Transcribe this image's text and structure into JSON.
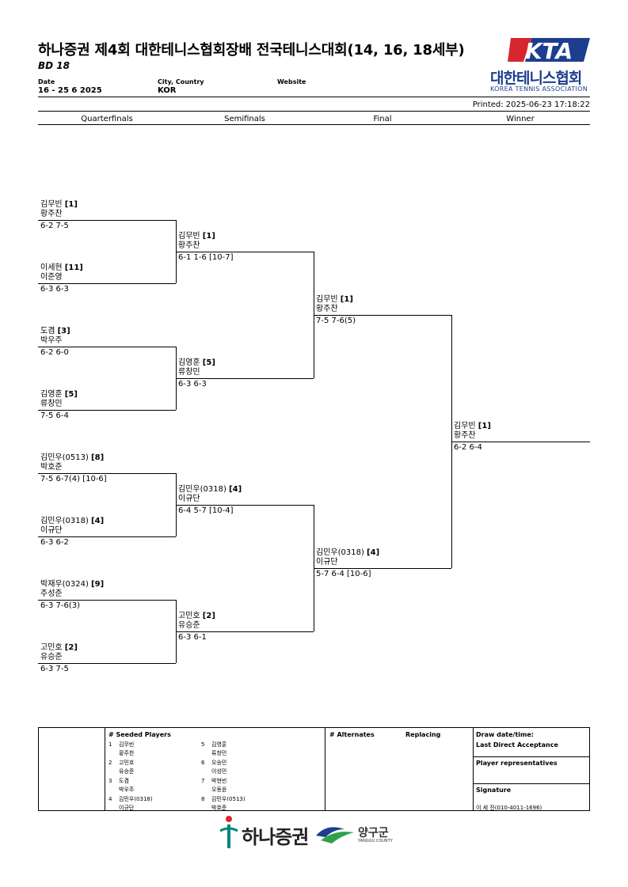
{
  "header": {
    "title": "하나증권 제4회 대한테니스협회장배 전국테니스대회(14, 16, 18세부)",
    "subtitle": "BD 18",
    "date_label": "Date",
    "date_value": "16 - 25 6 2025",
    "city_label": "City, Country",
    "city_value": "KOR",
    "website_label": "Website",
    "printed": "Printed: 2025-06-23 17:18:22",
    "logo_letters": "KTA",
    "logo_text": "대한테니스협회",
    "logo_subtext": "KOREA TENNIS ASSOCIATION",
    "logo_color": "#1d3e8f",
    "logo_accent": "#d8262e"
  },
  "rounds": [
    "Quarterfinals",
    "Semifinals",
    "Final",
    "Winner"
  ],
  "quarterfinals": [
    {
      "p1": "김무빈",
      "seed": "[1]",
      "p2": "황주찬",
      "score": "6-2 7-5"
    },
    {
      "p1": "이세현",
      "seed": "[11]",
      "p2": "이준영",
      "score": "6-3 6-3"
    },
    {
      "p1": "도겸",
      "seed": "[3]",
      "p2": "박우주",
      "score": "6-2 6-0"
    },
    {
      "p1": "김영훈",
      "seed": "[5]",
      "p2": "류창민",
      "score": "7-5 6-4"
    },
    {
      "p1": "김민우(0513)",
      "seed": "[8]",
      "p2": "박호준",
      "score": "7-5 6-7(4) [10-6]"
    },
    {
      "p1": "김민우(0318)",
      "seed": "[4]",
      "p2": "이규단",
      "score": "6-3 6-2"
    },
    {
      "p1": "박재우(0324)",
      "seed": "[9]",
      "p2": "주성준",
      "score": "6-3 7-6(3)"
    },
    {
      "p1": "고민호",
      "seed": "[2]",
      "p2": "유승준",
      "score": "6-3 7-5"
    }
  ],
  "semifinals": [
    {
      "p1": "김무빈",
      "seed": "[1]",
      "p2": "황주찬",
      "score": "6-1 1-6 [10-7]"
    },
    {
      "p1": "김영훈",
      "seed": "[5]",
      "p2": "류창민",
      "score": "6-3 6-3"
    },
    {
      "p1": "김민우(0318)",
      "seed": "[4]",
      "p2": "이규단",
      "score": "6-4 5-7 [10-4]"
    },
    {
      "p1": "고민호",
      "seed": "[2]",
      "p2": "유승준",
      "score": "6-3 6-1"
    }
  ],
  "final": [
    {
      "p1": "김무빈",
      "seed": "[1]",
      "p2": "황주찬",
      "score": "7-5 7-6(5)"
    },
    {
      "p1": "김민우(0318)",
      "seed": "[4]",
      "p2": "이규단",
      "score": "5-7 6-4 [10-6]"
    }
  ],
  "winner": {
    "p1": "김무빈",
    "seed": "[1]",
    "p2": "황주찬",
    "score": "6-2 6-4"
  },
  "footer": {
    "seeded_header": "#   Seeded Players",
    "seeds": [
      {
        "num": "1",
        "p1": "김무빈",
        "p2": "황주찬"
      },
      {
        "num": "2",
        "p1": "고민호",
        "p2": "유승준"
      },
      {
        "num": "3",
        "p1": "도겸",
        "p2": "박우주"
      },
      {
        "num": "4",
        "p1": "김민우(0318)",
        "p2": "이규단"
      },
      {
        "num": "5",
        "p1": "김영훈",
        "p2": "류창민"
      },
      {
        "num": "6",
        "p1": "오승민",
        "p2": "이성민"
      },
      {
        "num": "7",
        "p1": "박현빈",
        "p2": "오동윤"
      },
      {
        "num": "8",
        "p1": "김민우(0513)",
        "p2": "박호준"
      }
    ],
    "alternates_header": "# Alternates",
    "replacing_header": "Replacing",
    "draw_date": "Draw date/time:",
    "last_direct": "Last Direct Acceptance",
    "player_reps": "Player representatives",
    "signature": "Signature",
    "signature_value": "이 세 진(010-4011-1696)"
  },
  "sponsors": {
    "hana": "하나증권",
    "yanggu": "양구군",
    "yanggu_sub": "YANGGU COUNTY",
    "hana_color": "#00857a"
  }
}
